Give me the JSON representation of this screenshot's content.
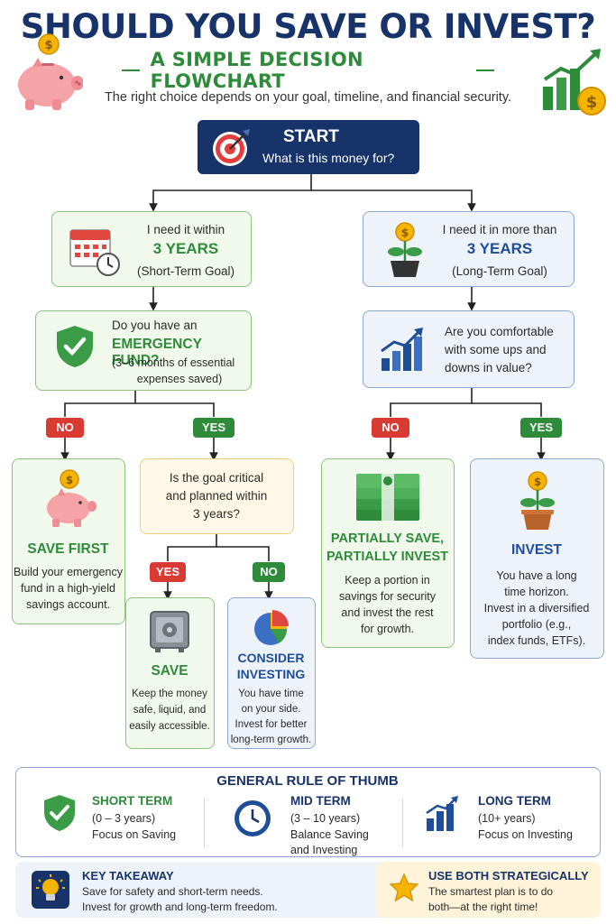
{
  "header": {
    "title": "SHOULD YOU SAVE OR INVEST?",
    "subtitle": "A SIMPLE DECISION FLOWCHART",
    "description": "The right choice depends on your goal, timeline, and financial security."
  },
  "start": {
    "title": "START",
    "question": "What is this money for?"
  },
  "short_term": {
    "line1": "I need it within",
    "highlight": "3 YEARS",
    "line2": "(Short-Term Goal)"
  },
  "long_term": {
    "line1": "I need it in more than",
    "highlight": "3 YEARS",
    "line2": "(Long-Term Goal)"
  },
  "emergency": {
    "line1": "Do you have an",
    "highlight": "EMERGENCY FUND?",
    "line2": "(3–6 months of essential",
    "line3": "expenses saved)"
  },
  "comfort": {
    "line1": "Are you comfortable",
    "line2": "with some ups and",
    "line3": "downs in value?"
  },
  "labels": {
    "no": "NO",
    "yes": "YES"
  },
  "critical": {
    "line1": "Is the goal critical",
    "line2": "and planned within",
    "line3": "3 years?"
  },
  "save_first": {
    "title": "SAVE FIRST",
    "line1": "Build your emergency",
    "line2": "fund in a high-yield",
    "line3": "savings account."
  },
  "save": {
    "title": "SAVE",
    "line1": "Keep the money",
    "line2": "safe, liquid, and",
    "line3": "easily accessible."
  },
  "consider": {
    "title1": "CONSIDER",
    "title2": "INVESTING",
    "line1": "You have time",
    "line2": "on your side.",
    "line3": "Invest for better",
    "line4": "long-term growth."
  },
  "partial": {
    "title1": "PARTIALLY SAVE,",
    "title2": "PARTIALLY INVEST",
    "line1": "Keep a portion in",
    "line2": "savings for security",
    "line3": "and invest the rest",
    "line4": "for growth."
  },
  "invest": {
    "title": "INVEST",
    "line1": "You have a long",
    "line2": "time horizon.",
    "line3": "Invest in a diversified",
    "line4": "portfolio (e.g.,",
    "line5": "index funds, ETFs)."
  },
  "rule_of_thumb": {
    "title": "GENERAL RULE OF THUMB",
    "items": [
      {
        "head": "SHORT TERM",
        "range": "(0 – 3 years)",
        "text1": "Focus on Saving",
        "text2": ""
      },
      {
        "head": "MID TERM",
        "range": "(3 – 10 years)",
        "text1": "Balance Saving",
        "text2": "and Investing"
      },
      {
        "head": "LONG TERM",
        "range": "(10+ years)",
        "text1": "Focus on Investing",
        "text2": ""
      }
    ]
  },
  "takeaway": {
    "head": "KEY TAKEAWAY",
    "line1": "Save for safety and short-term needs.",
    "line2": "Invest for growth and long-term freedom."
  },
  "both": {
    "head": "USE BOTH STRATEGICALLY",
    "line1": "The smartest plan is to do",
    "line2": "both—at the right time!"
  },
  "colors": {
    "navy": "#17336a",
    "green": "#2e8b3a",
    "blue": "#1f4e99",
    "red": "#d93a32",
    "gold": "#f4b400"
  }
}
